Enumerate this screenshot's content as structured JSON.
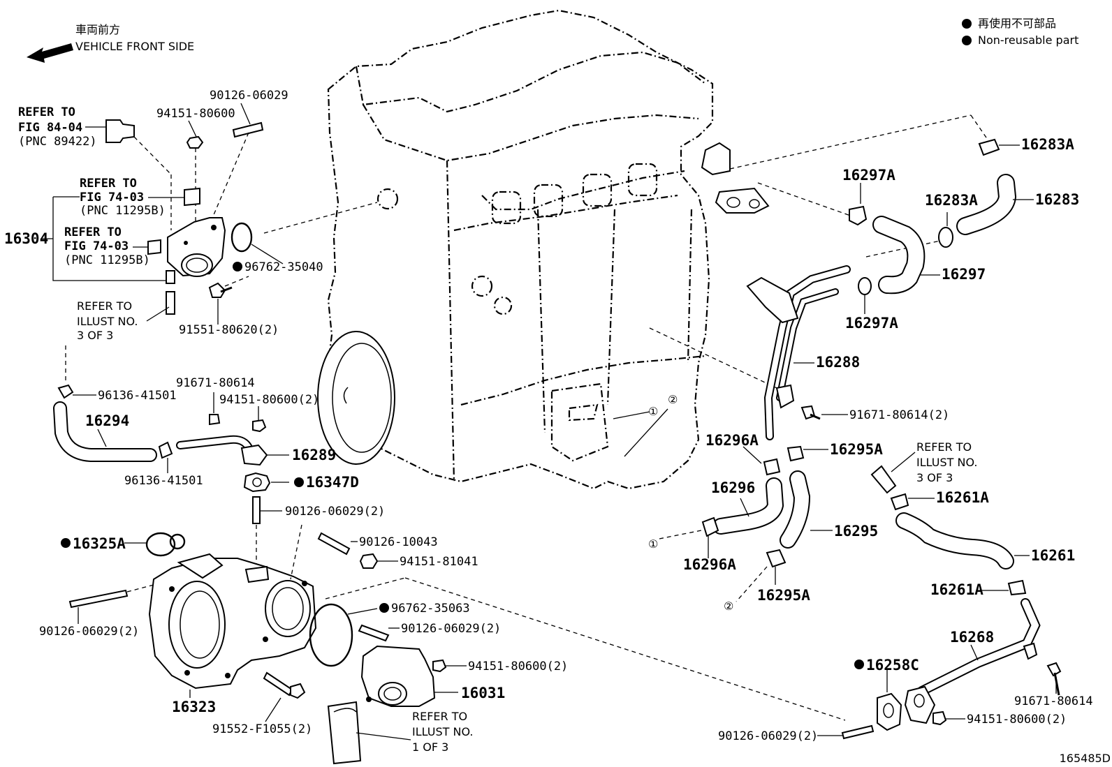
{
  "direction": {
    "jp": "車両前方",
    "en": "VEHICLE FRONT SIDE"
  },
  "legend": [
    {
      "symbol": "●",
      "text": "再使用不可部品"
    },
    {
      "symbol": "●",
      "text": "Non-reusable part"
    }
  ],
  "refs": {
    "fig8404": [
      "REFER TO",
      "FIG 84-04",
      "(PNC 89422)"
    ],
    "fig7403a": [
      "REFER TO",
      "FIG 74-03",
      "(PNC 11295B)"
    ],
    "fig7403b": [
      "REFER TO",
      "FIG 74-03",
      "(PNC 11295B)"
    ],
    "illust3a": [
      "REFER TO",
      "ILLUST NO.",
      "3 OF 3"
    ],
    "illust3b": [
      "REFER TO",
      "ILLUST NO.",
      "3 OF 3"
    ],
    "illust1": [
      "REFER TO",
      "ILLUST NO.",
      "1 OF 3"
    ]
  },
  "parts": {
    "p90126_06029_top": "90126-06029",
    "p94151_80600_top": "94151-80600",
    "p16304": "16304",
    "p96762_35040": "96762-35040",
    "p91551_80620": "91551-80620(2)",
    "p96136_41501_a": "96136-41501",
    "p16294": "16294",
    "p91671_80614_a": "91671-80614",
    "p94151_80600_2a": "94151-80600(2)",
    "p96136_41501_b": "96136-41501",
    "p16289": "16289",
    "p16347D": "16347D",
    "p90126_06029_2a": "90126-06029(2)",
    "p16325A": "16325A",
    "p90126_10043": "90126-10043",
    "p94151_81041": "94151-81041",
    "p90126_06029_2b": "90126-06029(2)",
    "p96762_35063": "96762-35063",
    "p90126_06029_2c": "90126-06029(2)",
    "p94151_80600_2b": "94151-80600(2)",
    "p16031": "16031",
    "p16323": "16323",
    "p91552_F1055": "91552-F1055(2)",
    "p16283A_a": "16283A",
    "p16297A_a": "16297A",
    "p16283A_b": "16283A",
    "p16283": "16283",
    "p16297": "16297",
    "p16297A_b": "16297A",
    "p16288": "16288",
    "p91671_80614_2": "91671-80614(2)",
    "p16296A_a": "16296A",
    "p16295A_a": "16295A",
    "p16296": "16296",
    "p16295": "16295",
    "p16296A_b": "16296A",
    "p16295A_b": "16295A",
    "p16261A_a": "16261A",
    "p16261": "16261",
    "p16261A_b": "16261A",
    "p16268": "16268",
    "p16258C": "16258C",
    "p91671_80614_b": "91671-80614",
    "p94151_80600_2c": "94151-80600(2)",
    "p90126_06029_2d": "90126-06029(2)"
  },
  "markers": {
    "one": "①",
    "two": "②"
  },
  "figure_number": "165485D"
}
